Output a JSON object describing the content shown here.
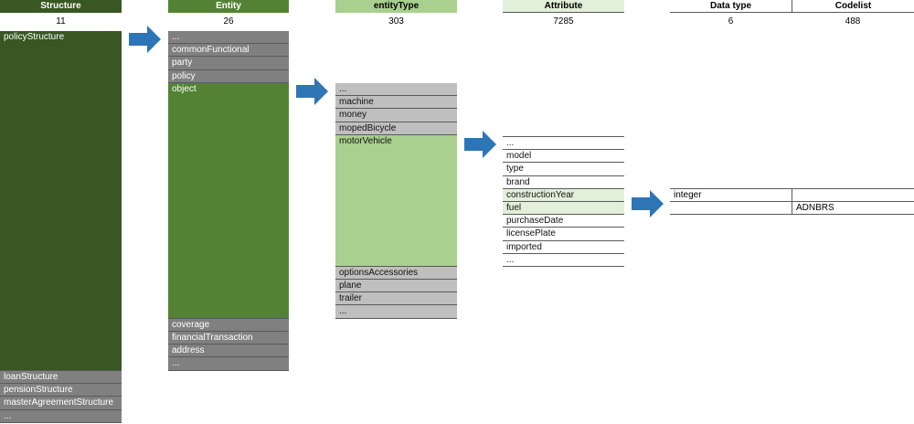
{
  "columns": {
    "structure": {
      "header": "Structure",
      "count": "11",
      "highlight": "policyStructure",
      "after": [
        "loanStructure",
        "pensionStructure",
        "masterAgreementStructure",
        "..."
      ]
    },
    "entity": {
      "header": "Entity",
      "count": "26",
      "before": [
        "...",
        "commonFunctional",
        "party",
        "policy"
      ],
      "highlight": "object",
      "after": [
        "coverage",
        "financialTransaction",
        "address",
        "..."
      ]
    },
    "entityType": {
      "header": "entityType",
      "count": "303",
      "before": [
        "...",
        "machine",
        "money",
        "mopedBicycle"
      ],
      "highlight": "motorVehicle",
      "after": [
        "optionsAccessories",
        "plane",
        "trailer",
        "..."
      ]
    },
    "attribute": {
      "header": "Attribute",
      "count": "7285",
      "before": [
        "...",
        "model",
        "type",
        "brand"
      ],
      "highlighted": [
        "constructionYear",
        "fuel"
      ],
      "after": [
        "purchaseDate",
        "licensePlate",
        "imported",
        "..."
      ]
    },
    "dataType": {
      "header": "Data type",
      "count": "6",
      "values": [
        "integer",
        ""
      ]
    },
    "codelist": {
      "header": "Codelist",
      "count": "488",
      "values": [
        "",
        "ADNBRS"
      ]
    }
  },
  "colors": {
    "dark_green": "#385723",
    "mid_green": "#548235",
    "light_green": "#a9d08e",
    "pale_green": "#e2efd9",
    "gray": "#bfbfbf",
    "arrow_blue": "#2e75b6"
  },
  "icons": {
    "arrow": "right-arrow-icon"
  }
}
